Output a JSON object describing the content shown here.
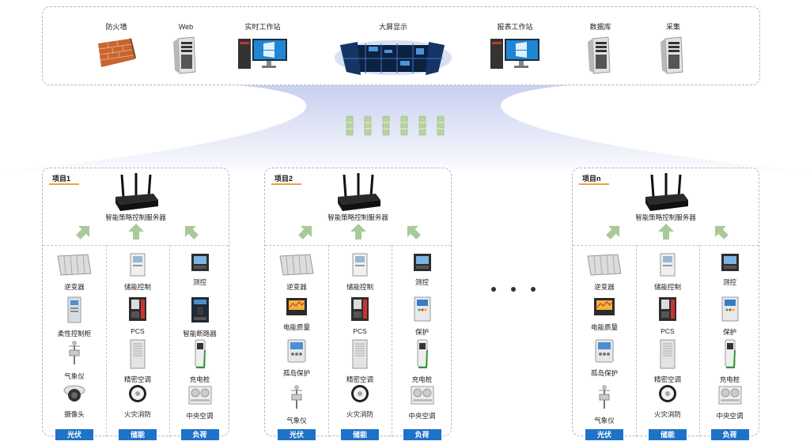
{
  "top_panel": {
    "items": [
      {
        "label": "防火墙",
        "icon": "firewall-icon"
      },
      {
        "label": "Web",
        "icon": "server-tower-icon"
      },
      {
        "label": "实时工作站",
        "icon": "workstation-icon"
      },
      {
        "label": "大屏显示",
        "icon": "video-wall-icon"
      },
      {
        "label": "报表工作站",
        "icon": "workstation-icon"
      },
      {
        "label": "数据库",
        "icon": "server-tower-icon"
      },
      {
        "label": "采集",
        "icon": "server-tower-icon"
      }
    ]
  },
  "projects": [
    {
      "title": "项目1",
      "server_label": "智能策略控制服务器",
      "columns": [
        {
          "category": "光伏",
          "devices": [
            "逆变器",
            "柔性控制柜",
            "气象仪",
            "摄像头"
          ]
        },
        {
          "category": "储能",
          "devices": [
            "储能控制",
            "PCS",
            "精密空调",
            "火灾消防"
          ]
        },
        {
          "category": "负荷",
          "devices": [
            "测控",
            "智能断路器",
            "充电桩",
            "中央空调"
          ]
        }
      ]
    },
    {
      "title": "项目2",
      "server_label": "智能策略控制服务器",
      "columns": [
        {
          "category": "光伏",
          "devices": [
            "逆变器",
            "电能质量",
            "孤岛保护",
            "气象仪"
          ]
        },
        {
          "category": "储能",
          "devices": [
            "储能控制",
            "PCS",
            "精密空调",
            "火灾消防"
          ]
        },
        {
          "category": "负荷",
          "devices": [
            "测控",
            "保护",
            "充电桩",
            "中央空调"
          ]
        }
      ]
    },
    {
      "title": "项目n",
      "server_label": "智能策略控制服务器",
      "columns": [
        {
          "category": "光伏",
          "devices": [
            "逆变器",
            "电能质量",
            "孤岛保护",
            "气象仪"
          ]
        },
        {
          "category": "储能",
          "devices": [
            "储能控制",
            "PCS",
            "精密空调",
            "火灾消防"
          ]
        },
        {
          "category": "负荷",
          "devices": [
            "测控",
            "保护",
            "充电桩",
            "中央空调"
          ]
        }
      ]
    }
  ],
  "colors": {
    "category_bg": "#1e72c8",
    "title_underline": "#f0a042",
    "arrow": "#a9c99a",
    "funnel": "#c5cdef"
  }
}
